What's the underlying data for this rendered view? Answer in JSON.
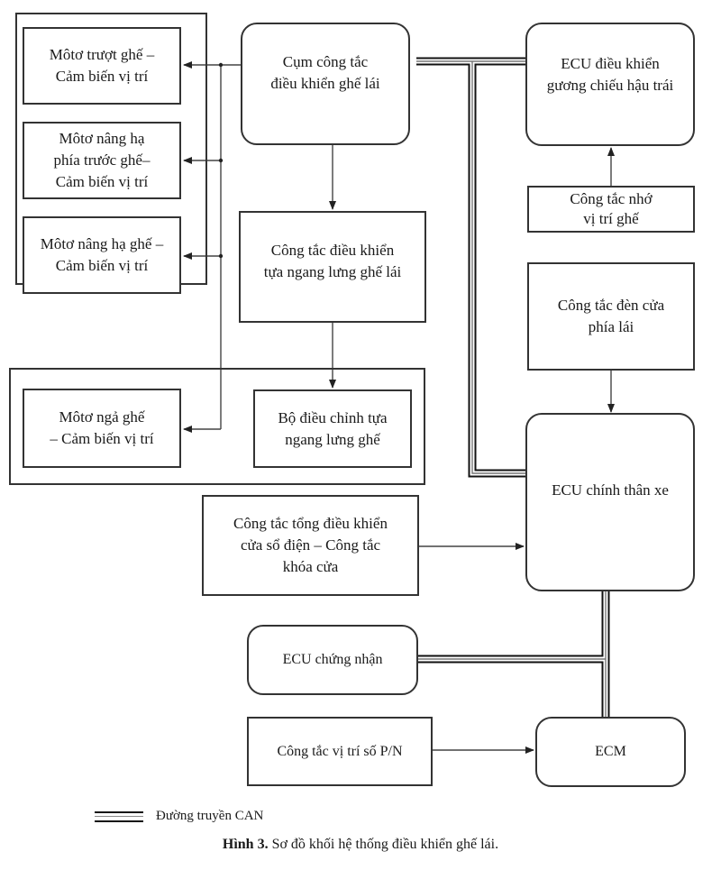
{
  "diagram": {
    "title": "Sơ đồ khối hệ thống điều khiển ghế lái",
    "blocks": {
      "motor_slide": "Môtơ trượt ghế –\nCảm biến vị trí",
      "motor_front_lift": "Môtơ nâng hạ\nphía trước ghế–\nCảm biến vị trí",
      "motor_lift": "Môtơ nâng hạ ghế –\nCảm biến vị trí",
      "motor_recline": "Môtơ ngả ghế\n– Cảm biến vị trí",
      "seat_switch_cluster": "Cụm công tắc\nđiều khiển ghế lái",
      "lumbar_switch": "Công tắc điều khiển\ntựa ngang lưng ghế lái",
      "lumbar_adjuster": "Bộ điều chỉnh tựa\nngang lưng ghế",
      "mirror_ecu": "ECU điều khiển\ngương chiếu hậu trái",
      "memory_switch": "Công tắc nhớ\nvị trí ghế",
      "door_courtesy_switch": "Công tắc đèn cửa\nphía lái",
      "main_body_ecu": "ECU chính thân xe",
      "master_window_switch": "Công tắc tổng điều khiển\ncửa sổ điện – Công tắc\nkhóa cửa",
      "certification_ecu": "ECU chứng nhận",
      "pn_switch": "Công tắc vị trí số P/N",
      "ecm": "ECM"
    },
    "connections": [
      {
        "from": "seat_switch_cluster",
        "to": "motor_slide",
        "type": "signal"
      },
      {
        "from": "seat_switch_cluster",
        "to": "motor_front_lift",
        "type": "signal"
      },
      {
        "from": "seat_switch_cluster",
        "to": "motor_lift",
        "type": "signal"
      },
      {
        "from": "seat_switch_cluster",
        "to": "motor_recline",
        "type": "signal"
      },
      {
        "from": "seat_switch_cluster",
        "to": "lumbar_switch",
        "type": "signal"
      },
      {
        "from": "lumbar_switch",
        "to": "lumbar_adjuster",
        "type": "signal"
      },
      {
        "from": "memory_switch",
        "to": "mirror_ecu",
        "type": "signal"
      },
      {
        "from": "door_courtesy_switch",
        "to": "main_body_ecu",
        "type": "signal"
      },
      {
        "from": "master_window_switch",
        "to": "main_body_ecu",
        "type": "signal"
      },
      {
        "from": "pn_switch",
        "to": "ecm",
        "type": "signal"
      },
      {
        "from": "seat_switch_cluster",
        "to": "mirror_ecu",
        "type": "can"
      },
      {
        "from": "seat_switch_cluster",
        "to": "main_body_ecu",
        "type": "can"
      },
      {
        "from": "main_body_ecu",
        "to": "certification_ecu",
        "type": "can"
      },
      {
        "from": "main_body_ecu",
        "to": "ecm",
        "type": "can"
      }
    ]
  },
  "legend": {
    "can_line_label": "Đường truyền CAN"
  },
  "caption": {
    "figure_label": "Hình 3.",
    "text": " Sơ đồ khối hệ thống điều khiển ghế lái."
  }
}
